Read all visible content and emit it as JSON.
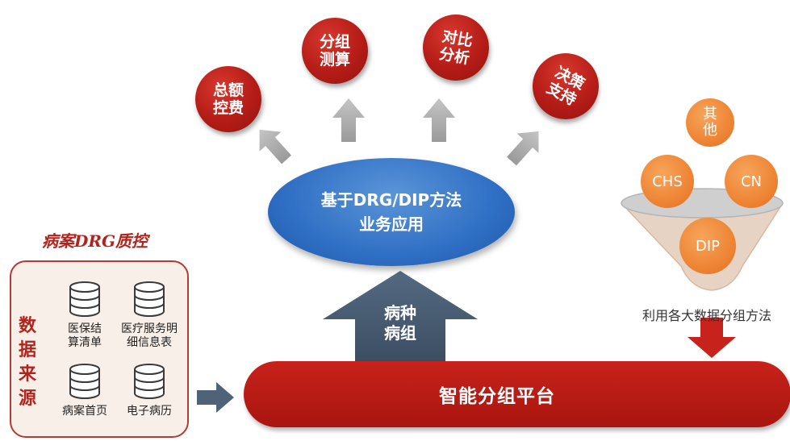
{
  "top_bubbles": [
    {
      "label": "总额\n控费"
    },
    {
      "label": "分组\n测算"
    },
    {
      "label": "对比\n分析"
    },
    {
      "label": "决策\n支持"
    }
  ],
  "center": {
    "line1": "基于DRG/DIP方法",
    "line2": "业务应用"
  },
  "up_arrow_label": "病种\n病组",
  "platform_label": "智能分组平台",
  "data_source": {
    "title": "病案DRG质控",
    "vertical_label": [
      "数",
      "据",
      "来",
      "源"
    ],
    "items": [
      {
        "label": "医保结\n算清单",
        "icon": "database-icon"
      },
      {
        "label": "医疗服务明\n细信息表",
        "icon": "database-icon"
      },
      {
        "label": "病案首页",
        "icon": "database-icon"
      },
      {
        "label": "电子病历",
        "icon": "database-icon"
      }
    ]
  },
  "funnel": {
    "balls": [
      "其\n他",
      "CHS",
      "CN",
      "DIP"
    ],
    "caption": "利用各大数据分组方法"
  },
  "colors": {
    "red": "#b51c17",
    "blue": "#2f6fc4",
    "orange": "#ee8535",
    "slate": "#475a70",
    "gray_arrow": "#a7a7a7"
  }
}
